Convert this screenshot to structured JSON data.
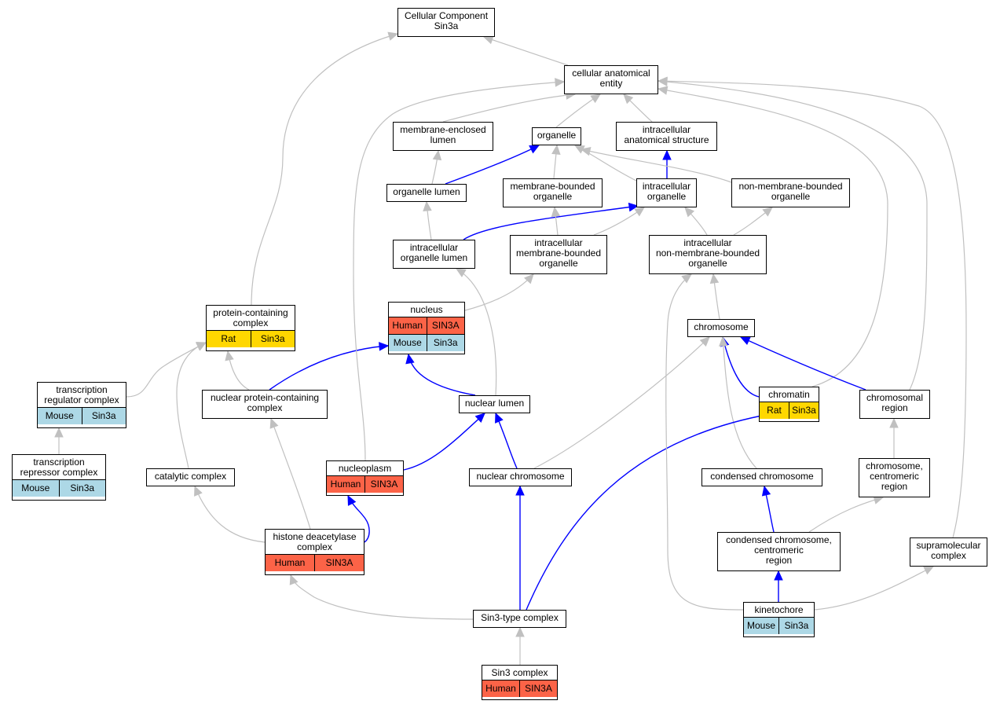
{
  "colors": {
    "edge_gray": "#c0c0c0",
    "edge_blue": "#0000ff",
    "Human": "#fc6347",
    "Mouse": "#add8e6",
    "Rat": "#ffd700"
  },
  "nodes": [
    {
      "id": "cc",
      "lines": [
        "Cellular Component",
        "Sin3a"
      ]
    },
    {
      "id": "cae",
      "lines": [
        "cellular anatomical",
        "entity"
      ]
    },
    {
      "id": "mel",
      "lines": [
        "membrane-enclosed",
        "lumen"
      ]
    },
    {
      "id": "org",
      "lines": [
        "organelle"
      ]
    },
    {
      "id": "ias",
      "lines": [
        "intracellular",
        "anatomical structure"
      ]
    },
    {
      "id": "orglum",
      "lines": [
        "organelle lumen"
      ]
    },
    {
      "id": "mbo",
      "lines": [
        "membrane-bounded",
        "organelle"
      ]
    },
    {
      "id": "ico",
      "lines": [
        "intracellular",
        "organelle"
      ]
    },
    {
      "id": "nmbo",
      "lines": [
        "non-membrane-bounded",
        "organelle"
      ]
    },
    {
      "id": "iol",
      "lines": [
        "intracellular",
        "organelle lumen"
      ]
    },
    {
      "id": "imbo",
      "lines": [
        "intracellular",
        "membrane-bounded",
        "organelle"
      ]
    },
    {
      "id": "inmbo",
      "lines": [
        "intracellular",
        "non-membrane-bounded",
        "organelle"
      ]
    },
    {
      "id": "pcc",
      "lines": [
        "protein-containing",
        "complex"
      ],
      "ann": [
        {
          "species": "Rat",
          "gene": "Sin3a"
        }
      ]
    },
    {
      "id": "nuc",
      "lines": [
        "nucleus"
      ],
      "ann": [
        {
          "species": "Human",
          "gene": "SIN3A"
        },
        {
          "species": "Mouse",
          "gene": "Sin3a"
        }
      ]
    },
    {
      "id": "chrom",
      "lines": [
        "chromosome"
      ]
    },
    {
      "id": "trc",
      "lines": [
        "transcription",
        "regulator complex"
      ],
      "ann": [
        {
          "species": "Mouse",
          "gene": "Sin3a"
        }
      ]
    },
    {
      "id": "npcc",
      "lines": [
        "nuclear protein-containing",
        "complex"
      ]
    },
    {
      "id": "nl",
      "lines": [
        "nuclear lumen"
      ]
    },
    {
      "id": "chromatin",
      "lines": [
        "chromatin"
      ],
      "ann": [
        {
          "species": "Rat",
          "gene": "Sin3a"
        }
      ]
    },
    {
      "id": "cr",
      "lines": [
        "chromosomal",
        "region"
      ]
    },
    {
      "id": "trepc",
      "lines": [
        "transcription",
        "repressor complex"
      ],
      "ann": [
        {
          "species": "Mouse",
          "gene": "Sin3a"
        }
      ]
    },
    {
      "id": "catc",
      "lines": [
        "catalytic complex"
      ]
    },
    {
      "id": "nplasm",
      "lines": [
        "nucleoplasm"
      ],
      "ann": [
        {
          "species": "Human",
          "gene": "SIN3A"
        }
      ]
    },
    {
      "id": "nchrom",
      "lines": [
        "nuclear chromosome"
      ]
    },
    {
      "id": "cchrom",
      "lines": [
        "condensed chromosome"
      ]
    },
    {
      "id": "ccr",
      "lines": [
        "chromosome,",
        "centromeric",
        "region"
      ]
    },
    {
      "id": "hdac",
      "lines": [
        "histone deacetylase",
        "complex"
      ],
      "ann": [
        {
          "species": "Human",
          "gene": "SIN3A"
        }
      ]
    },
    {
      "id": "ccc",
      "lines": [
        "condensed chromosome,",
        "centromeric",
        "region"
      ]
    },
    {
      "id": "smc",
      "lines": [
        "supramolecular",
        "complex"
      ]
    },
    {
      "id": "sin3t",
      "lines": [
        "Sin3-type complex"
      ]
    },
    {
      "id": "kin",
      "lines": [
        "kinetochore"
      ],
      "ann": [
        {
          "species": "Mouse",
          "gene": "Sin3a"
        }
      ]
    },
    {
      "id": "sin3c",
      "lines": [
        "Sin3 complex"
      ],
      "ann": [
        {
          "species": "Human",
          "gene": "SIN3A"
        }
      ]
    }
  ],
  "edges": [
    {
      "from": "cae",
      "to": "cc",
      "color": "gray"
    },
    {
      "from": "mel",
      "to": "cae",
      "color": "gray"
    },
    {
      "from": "org",
      "to": "cae",
      "color": "gray"
    },
    {
      "from": "ias",
      "to": "cae",
      "color": "gray"
    },
    {
      "from": "orglum",
      "to": "mel",
      "color": "gray"
    },
    {
      "from": "orglum",
      "to": "org",
      "color": "blue"
    },
    {
      "from": "mbo",
      "to": "org",
      "color": "gray"
    },
    {
      "from": "ico",
      "to": "org",
      "color": "gray"
    },
    {
      "from": "ico",
      "to": "ias",
      "color": "blue"
    },
    {
      "from": "nmbo",
      "to": "org",
      "color": "gray"
    },
    {
      "from": "iol",
      "to": "orglum",
      "color": "gray"
    },
    {
      "from": "iol",
      "to": "ico",
      "color": "blue"
    },
    {
      "from": "imbo",
      "to": "mbo",
      "color": "gray"
    },
    {
      "from": "imbo",
      "to": "ico",
      "color": "gray"
    },
    {
      "from": "inmbo",
      "to": "ico",
      "color": "gray"
    },
    {
      "from": "inmbo",
      "to": "nmbo",
      "color": "gray"
    },
    {
      "from": "pcc",
      "to": "cc",
      "color": "gray"
    },
    {
      "from": "nuc",
      "to": "imbo",
      "color": "gray"
    },
    {
      "from": "chrom",
      "to": "inmbo",
      "color": "gray"
    },
    {
      "from": "trc",
      "to": "pcc",
      "color": "gray"
    },
    {
      "from": "npcc",
      "to": "pcc",
      "color": "gray"
    },
    {
      "from": "npcc",
      "to": "nuc",
      "color": "blue"
    },
    {
      "from": "nl",
      "to": "nuc",
      "color": "blue"
    },
    {
      "from": "nl",
      "to": "iol",
      "color": "gray"
    },
    {
      "from": "chromatin",
      "to": "chrom",
      "color": "blue"
    },
    {
      "from": "chromatin",
      "to": "cae",
      "color": "gray"
    },
    {
      "from": "cr",
      "to": "chrom",
      "color": "blue"
    },
    {
      "from": "cr",
      "to": "cae",
      "color": "gray"
    },
    {
      "from": "trepc",
      "to": "trc",
      "color": "gray"
    },
    {
      "from": "catc",
      "to": "pcc",
      "color": "gray"
    },
    {
      "from": "nplasm",
      "to": "nl",
      "color": "blue"
    },
    {
      "from": "nplasm",
      "to": "cae",
      "color": "gray"
    },
    {
      "from": "nchrom",
      "to": "nl",
      "color": "blue"
    },
    {
      "from": "nchrom",
      "to": "chrom",
      "color": "gray"
    },
    {
      "from": "cchrom",
      "to": "chrom",
      "color": "gray"
    },
    {
      "from": "ccr",
      "to": "cr",
      "color": "gray"
    },
    {
      "from": "hdac",
      "to": "catc",
      "color": "gray"
    },
    {
      "from": "hdac",
      "to": "npcc",
      "color": "gray"
    },
    {
      "from": "hdac",
      "to": "nplasm",
      "color": "blue"
    },
    {
      "from": "ccc",
      "to": "cchrom",
      "color": "blue"
    },
    {
      "from": "ccc",
      "to": "ccr",
      "color": "gray"
    },
    {
      "from": "smc",
      "to": "cae",
      "color": "gray"
    },
    {
      "from": "sin3t",
      "to": "hdac",
      "color": "gray"
    },
    {
      "from": "sin3t",
      "to": "nchrom",
      "color": "blue"
    },
    {
      "from": "sin3t",
      "to": "chromatin",
      "color": "blue"
    },
    {
      "from": "kin",
      "to": "ccc",
      "color": "blue"
    },
    {
      "from": "kin",
      "to": "smc",
      "color": "gray"
    },
    {
      "from": "kin",
      "to": "inmbo",
      "color": "gray"
    },
    {
      "from": "sin3c",
      "to": "sin3t",
      "color": "gray"
    }
  ]
}
